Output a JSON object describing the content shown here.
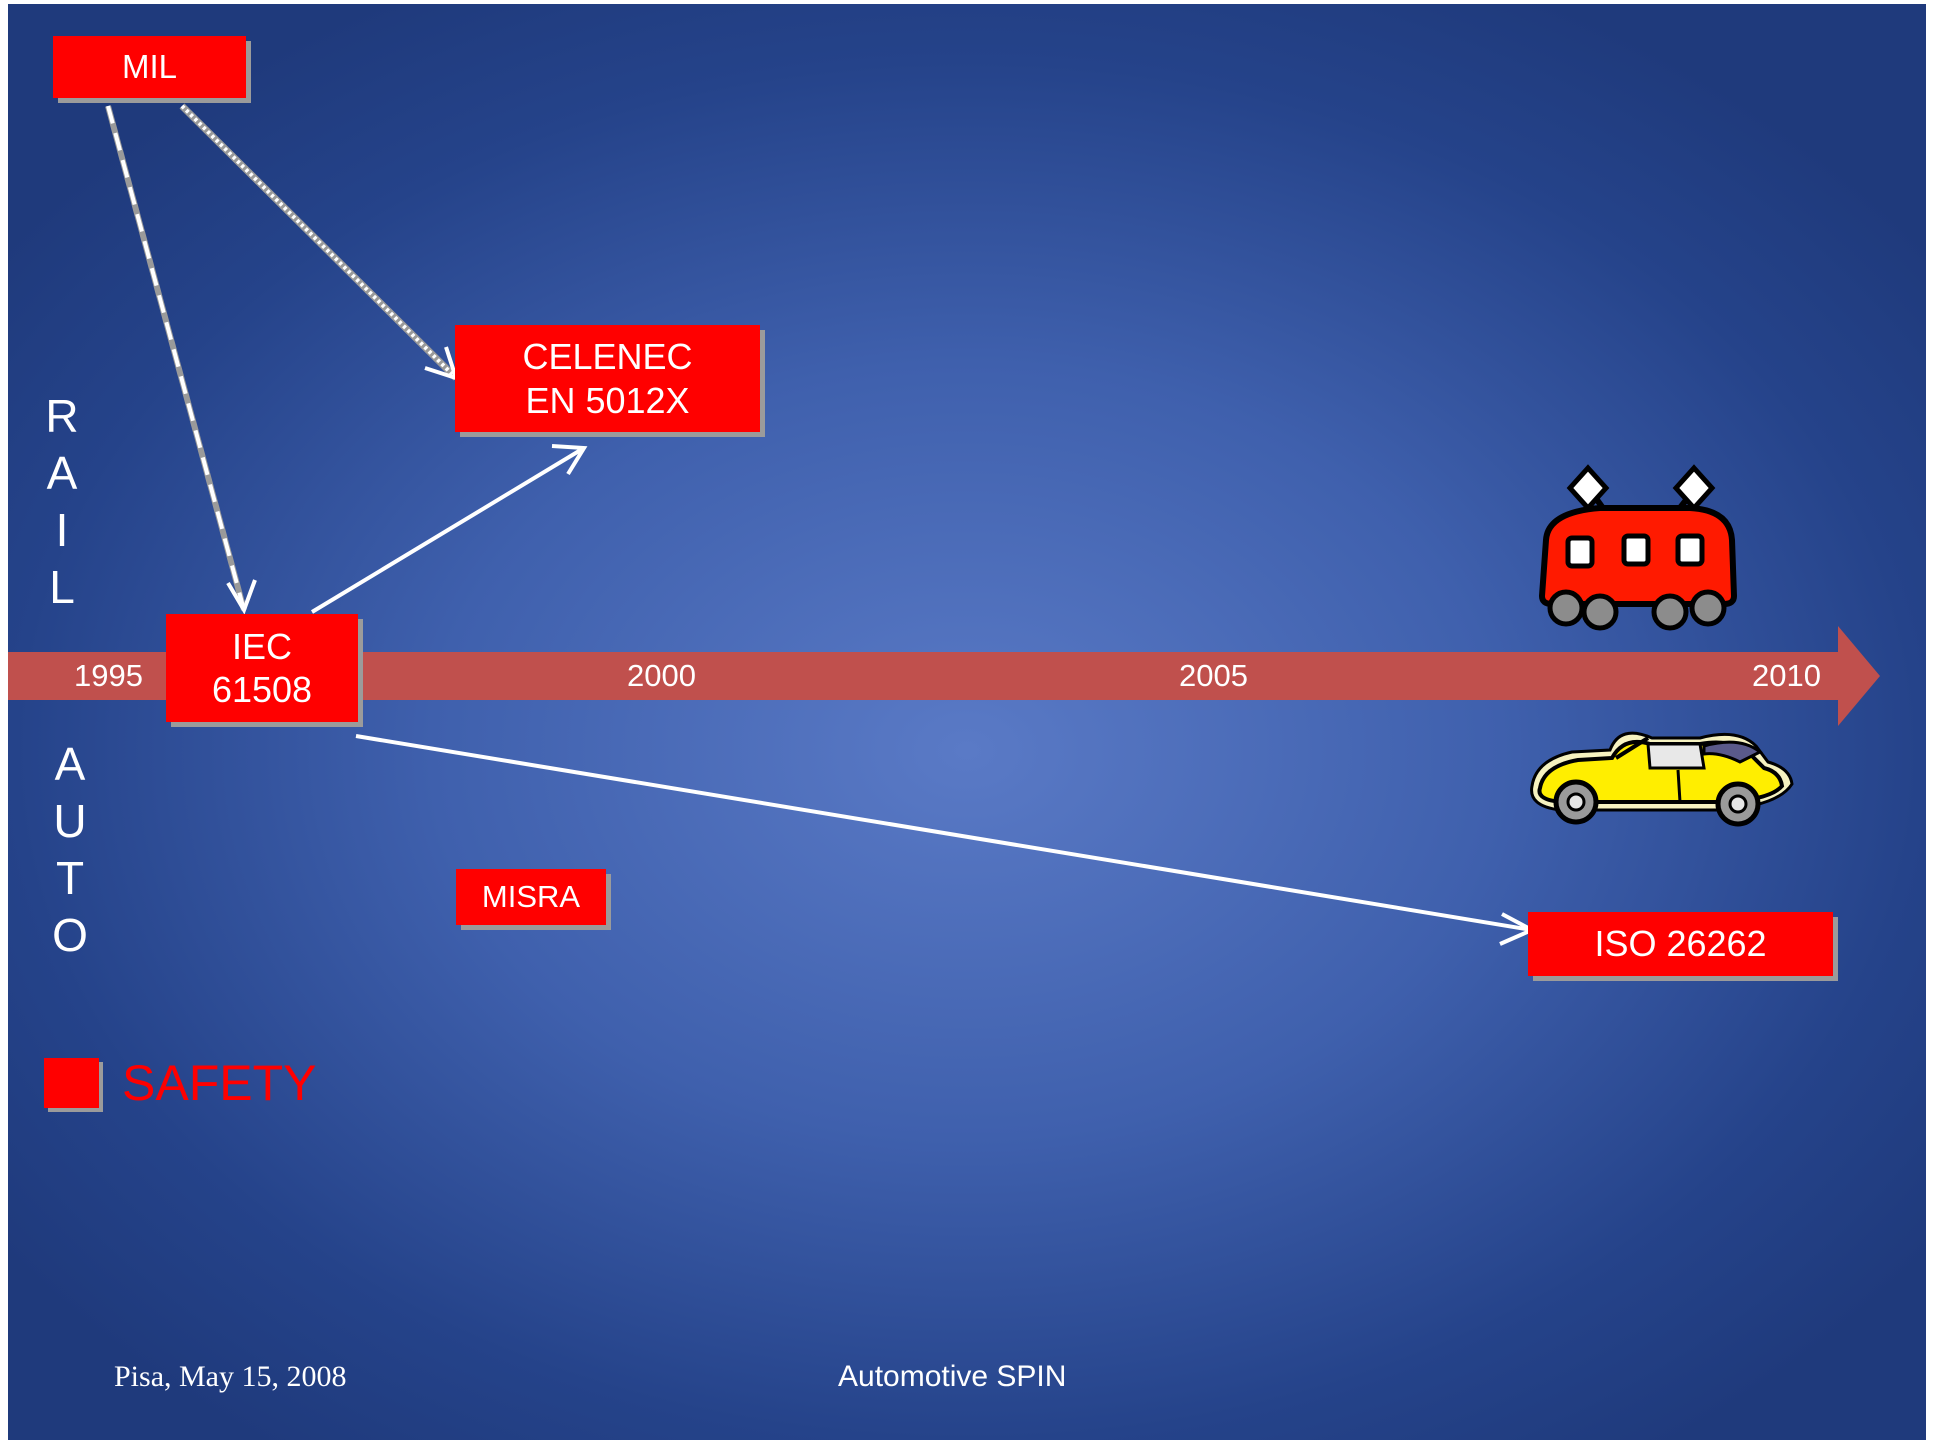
{
  "timeline": {
    "years": [
      "1995",
      "2000",
      "2005",
      "2010"
    ],
    "color": "#c0504d"
  },
  "side_labels": {
    "rail": [
      "R",
      "A",
      "I",
      "L"
    ],
    "auto": [
      "A",
      "U",
      "T",
      "O"
    ]
  },
  "boxes": {
    "mil": "MIL",
    "celenec": [
      "CELENEC",
      "EN 5012X"
    ],
    "iec": [
      "IEC",
      "61508"
    ],
    "misra": "MISRA",
    "iso": "ISO 26262"
  },
  "legend": {
    "label": "SAFETY",
    "color": "#ff0000"
  },
  "footer": {
    "left": "Pisa, May 15, 2008",
    "center": "Automotive SPIN"
  },
  "icons": {
    "train": "train-icon",
    "car": "car-icon"
  }
}
